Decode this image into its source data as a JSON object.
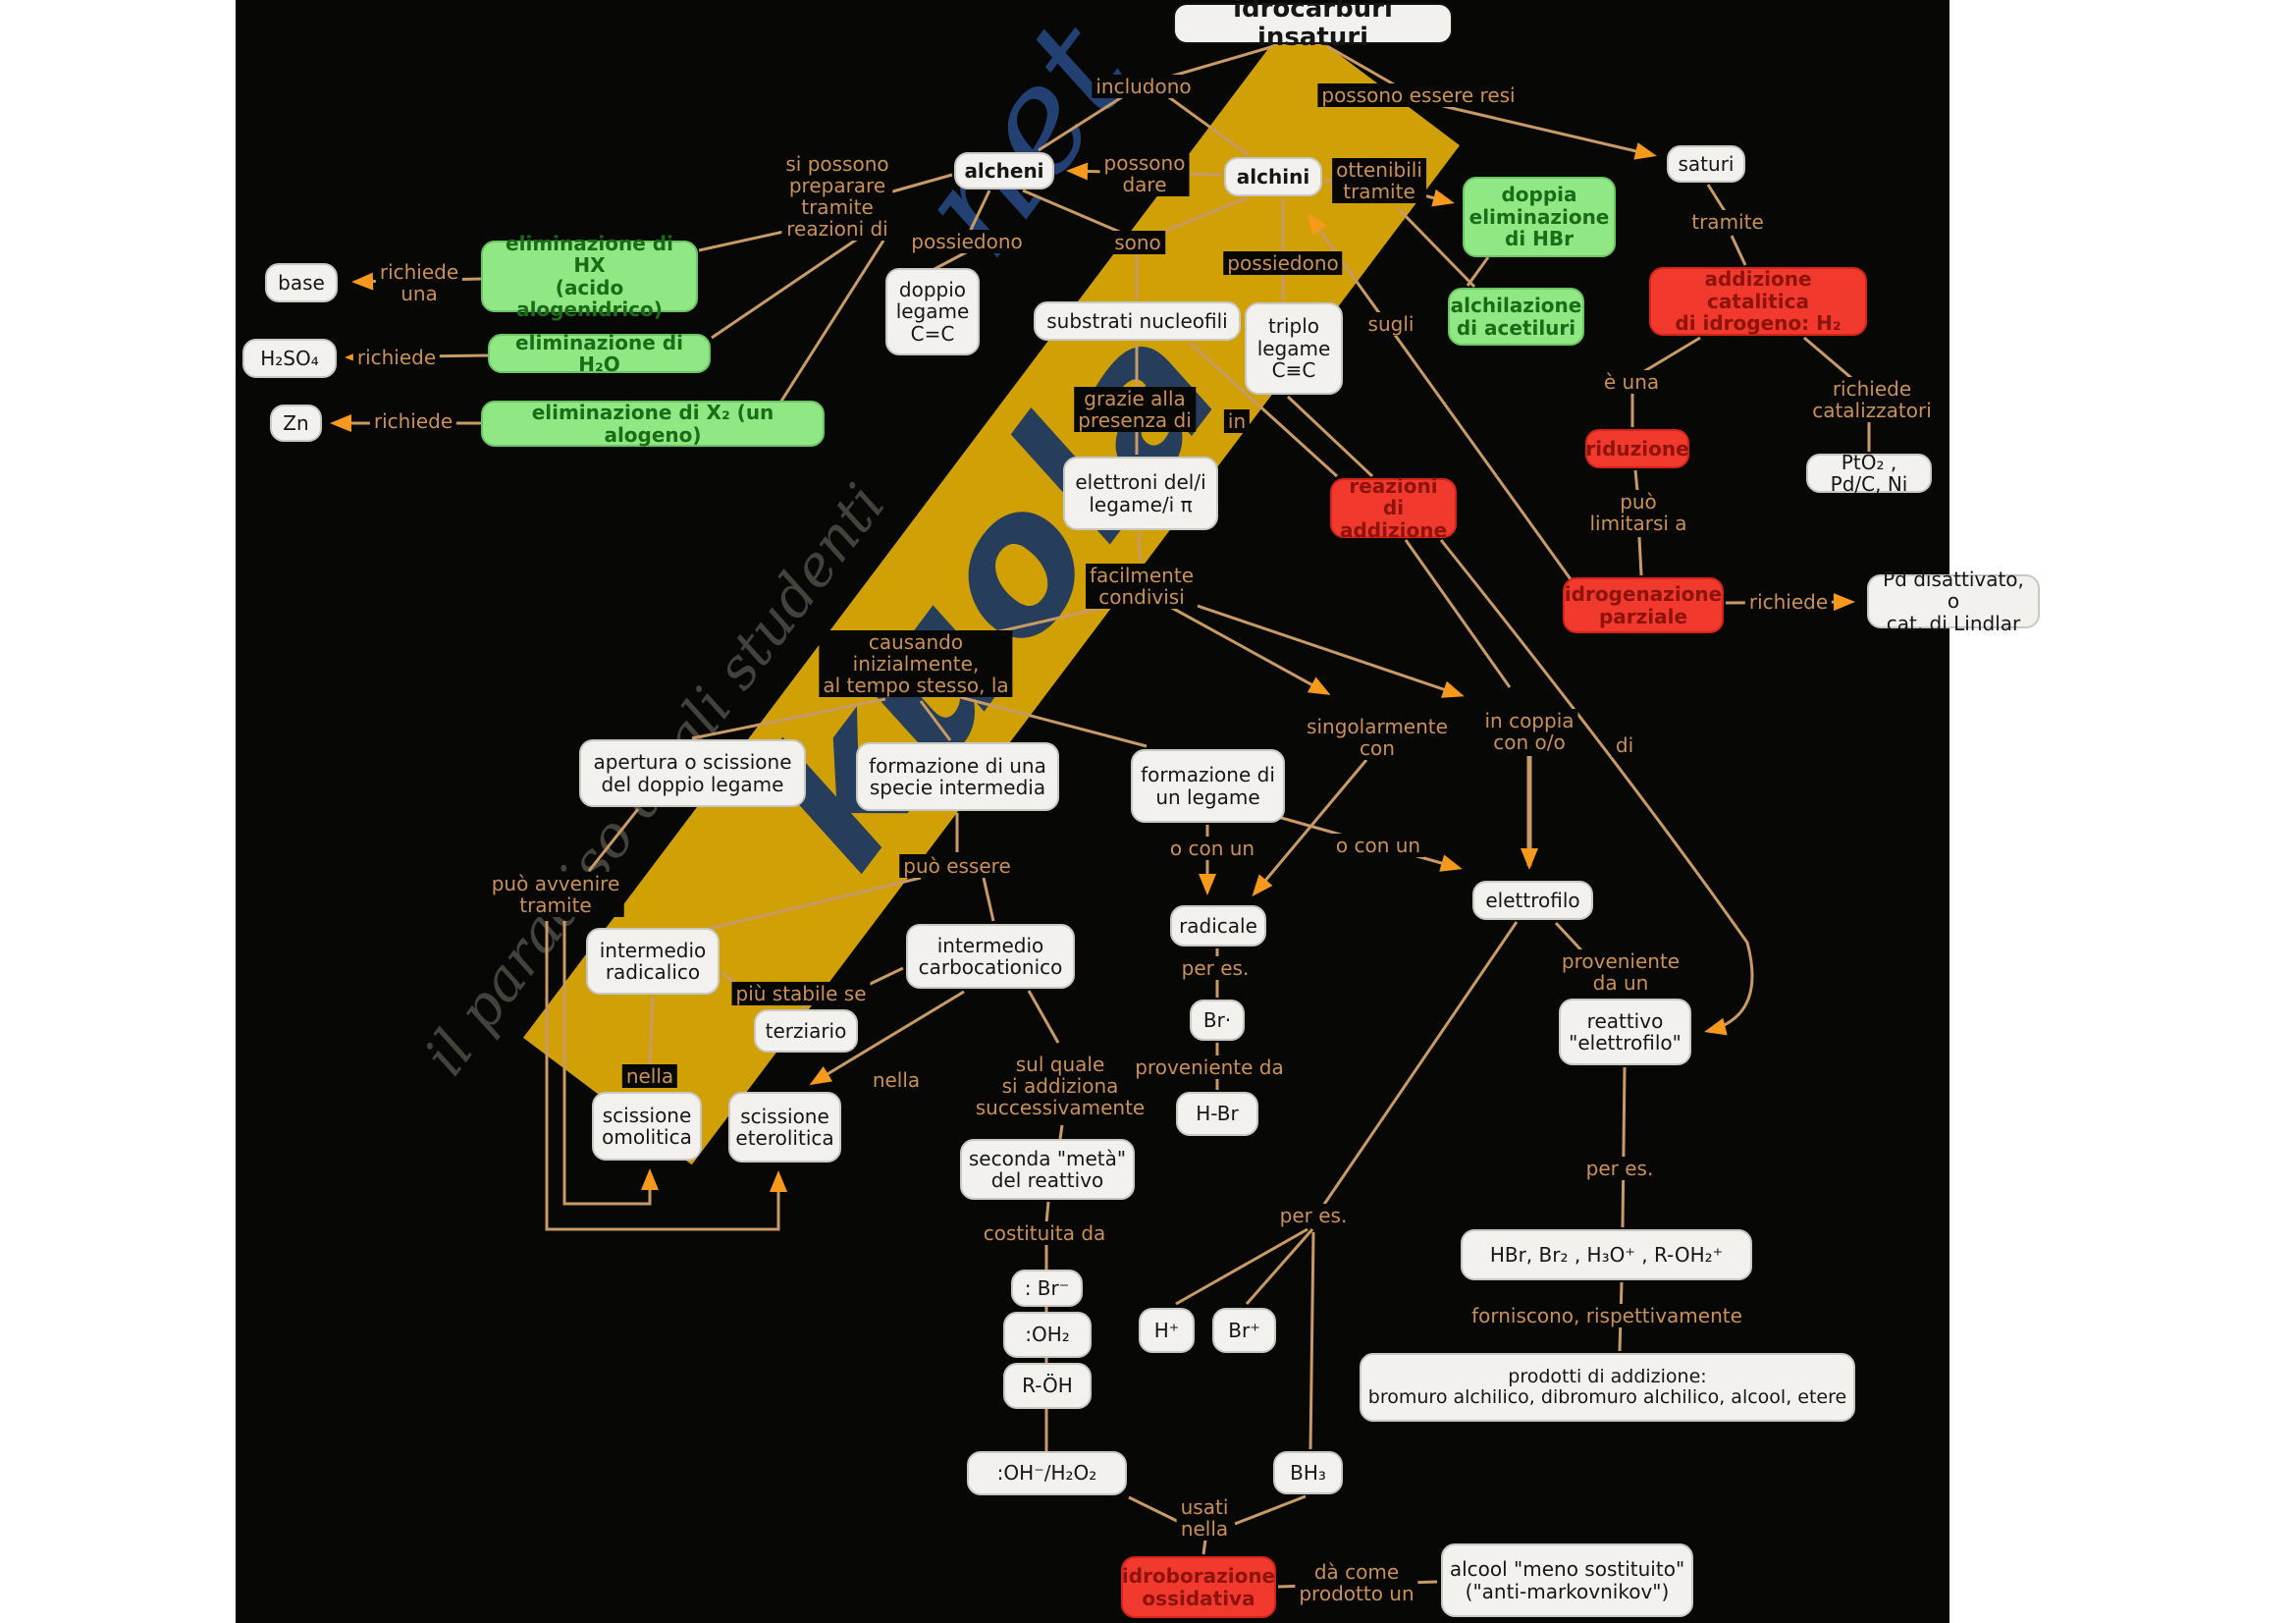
{
  "watermark": {
    "brand": "kuola",
    "tld": "net",
    "tagline": "il paradiso degli studenti"
  },
  "colors": {
    "panel_bg": "#070705",
    "line": "#c89a66",
    "arrow": "#f6991d",
    "label_text": "#c9905a",
    "node_green": "#8fe884",
    "node_red": "#f2392e",
    "node_white": "#f2f1ed"
  },
  "nodes": [
    {
      "id": "title",
      "label": "idrocarburi insaturi"
    },
    {
      "id": "alcheni",
      "label": "alcheni"
    },
    {
      "id": "alchini",
      "label": "alchini"
    },
    {
      "id": "saturi",
      "label": "saturi"
    },
    {
      "id": "base",
      "label": "base"
    },
    {
      "id": "h2so4",
      "label": "H₂SO₄"
    },
    {
      "id": "zn",
      "label": "Zn"
    },
    {
      "id": "elim-hx",
      "label": "eliminazione di HX\n(acido alogenidrico)"
    },
    {
      "id": "elim-h2o",
      "label": "eliminazione di  H₂O"
    },
    {
      "id": "elim-x2",
      "label": "eliminazione di  X₂ (un alogeno)"
    },
    {
      "id": "doppia-elim",
      "label": "doppia\neliminazione\ndi HBr"
    },
    {
      "id": "alchilazione",
      "label": "alchilazione\ndi acetiluri"
    },
    {
      "id": "addizione-cat",
      "label": "addizione catalitica\ndi idrogeno:      H₂"
    },
    {
      "id": "riduzione",
      "label": "riduzione"
    },
    {
      "id": "reazioni-add",
      "label": "reazioni di\naddizione"
    },
    {
      "id": "idrogenazione",
      "label": "idrogenazione\nparziale"
    },
    {
      "id": "pto2",
      "label": "PtO₂ , Pd/C, Ni"
    },
    {
      "id": "pd-lindlar",
      "label": "Pd disattivato, o\ncat. di Lindlar"
    },
    {
      "id": "doppio-legame",
      "label": "doppio\nlegame\nC=C"
    },
    {
      "id": "substrati",
      "label": "substrati nucleofili"
    },
    {
      "id": "triplo-legame",
      "label": "triplo\nlegame\nC≡C"
    },
    {
      "id": "elettroni",
      "label": "elettroni del/i\nlegame/i π"
    },
    {
      "id": "apertura",
      "label": "apertura o scissione\ndel doppio legame"
    },
    {
      "id": "form-specie",
      "label": "formazione di una\nspecie intermedia"
    },
    {
      "id": "form-legame",
      "label": "formazione di\nun legame"
    },
    {
      "id": "int-radicalico",
      "label": "intermedio\nradicalico"
    },
    {
      "id": "int-carbocationico",
      "label": "intermedio\ncarbocationico"
    },
    {
      "id": "terziario",
      "label": "terziario"
    },
    {
      "id": "sciss-omolitica",
      "label": "scissione\nomolitica"
    },
    {
      "id": "sciss-eterolitica",
      "label": "scissione\neterolitica"
    },
    {
      "id": "seconda-meta",
      "label": "seconda \"metà\"\ndel reattivo"
    },
    {
      "id": "radicale",
      "label": "radicale"
    },
    {
      "id": "br-dot",
      "label": "Br·"
    },
    {
      "id": "h-br",
      "label": "H-Br"
    },
    {
      "id": "elettrofilo",
      "label": "elettrofilo"
    },
    {
      "id": "reattivo-elettrofilo",
      "label": "reattivo\n\"elettrofilo\""
    },
    {
      "id": "hbr-list",
      "label": "HBr,  Br₂ ,  H₃O⁺ , R-OH₂⁺"
    },
    {
      "id": "prodotti",
      "label": "prodotti di addizione:\nbromuro alchilico, dibromuro alchilico, alcool, etere"
    },
    {
      "id": "br-minus",
      "label": ": Br⁻"
    },
    {
      "id": "oh2",
      "label": ":OH₂"
    },
    {
      "id": "r-oh",
      "label": "R-ÖH"
    },
    {
      "id": "oh-h2o2",
      "label": ":OH⁻/H₂O₂"
    },
    {
      "id": "h-plus",
      "label": "H⁺"
    },
    {
      "id": "br-plus",
      "label": "Br⁺"
    },
    {
      "id": "bh3",
      "label": "BH₃"
    },
    {
      "id": "idroborazione",
      "label": "idroborazione\nossidativa"
    },
    {
      "id": "alcool",
      "label": "alcool \"meno sostituito\"\n(\"anti-markovnikov\")"
    }
  ],
  "edge_labels": [
    {
      "id": "includono",
      "text": "includono"
    },
    {
      "id": "possono-essere-resi",
      "text": "possono essere resi"
    },
    {
      "id": "si-possono-preparare",
      "text": "si possono\npreparare\ntramite\nreazioni di"
    },
    {
      "id": "possono-dare",
      "text": "possono\ndare"
    },
    {
      "id": "ottenibili-tramite",
      "text": "ottenibili\ntramite"
    },
    {
      "id": "sono",
      "text": "sono"
    },
    {
      "id": "possiedono-sx",
      "text": "possiedono"
    },
    {
      "id": "possiedono-dx",
      "text": "possiedono"
    },
    {
      "id": "sugli",
      "text": "sugli"
    },
    {
      "id": "tramite-dx",
      "text": "tramite"
    },
    {
      "id": "e-una",
      "text": "è una"
    },
    {
      "id": "richiede-catalizzatori",
      "text": "richiede\ncatalizzatori"
    },
    {
      "id": "puo-limitarsi-a",
      "text": "può\nlimitarsi a"
    },
    {
      "id": "richiede-pd",
      "text": "richiede"
    },
    {
      "id": "richiede-una",
      "text": "richiede\nuna"
    },
    {
      "id": "richiede-h2so4",
      "text": "richiede"
    },
    {
      "id": "richiede-zn",
      "text": "richiede"
    },
    {
      "id": "grazie-alla",
      "text": "grazie alla\npresenza di"
    },
    {
      "id": "in",
      "text": "in"
    },
    {
      "id": "facilmente-condivisi",
      "text": "facilmente\ncondivisi"
    },
    {
      "id": "causando",
      "text": "causando\ninizialmente,\nal tempo stesso, la"
    },
    {
      "id": "singolarmente-con",
      "text": "singolarmente\ncon"
    },
    {
      "id": "in-coppia",
      "text": "in coppia\ncon o/o"
    },
    {
      "id": "di",
      "text": "di"
    },
    {
      "id": "puo-avvenire",
      "text": "può avvenire\ntramite"
    },
    {
      "id": "puo-essere",
      "text": "può essere"
    },
    {
      "id": "o-con-un-sx",
      "text": "o con un"
    },
    {
      "id": "o-con-un-dx",
      "text": "o con un"
    },
    {
      "id": "piu-stabile-se",
      "text": "più stabile se"
    },
    {
      "id": "nella-sx",
      "text": "nella"
    },
    {
      "id": "nella-dx",
      "text": "nella"
    },
    {
      "id": "sul-quale",
      "text": "sul quale\nsi addiziona\nsuccessivamente"
    },
    {
      "id": "per-es-radicale",
      "text": "per es."
    },
    {
      "id": "proveniente-da",
      "text": "proveniente da"
    },
    {
      "id": "proveniente-da-un",
      "text": "proveniente\nda un"
    },
    {
      "id": "per-es-reattivo",
      "text": "per es."
    },
    {
      "id": "per-es-elettrofilo",
      "text": "per es."
    },
    {
      "id": "costituita-da",
      "text": "costituita da"
    },
    {
      "id": "forniscono",
      "text": "forniscono, rispettivamente"
    },
    {
      "id": "usati-nella",
      "text": "usati\nnella"
    },
    {
      "id": "da-come-prodotto",
      "text": "dà come\nprodotto un"
    }
  ]
}
